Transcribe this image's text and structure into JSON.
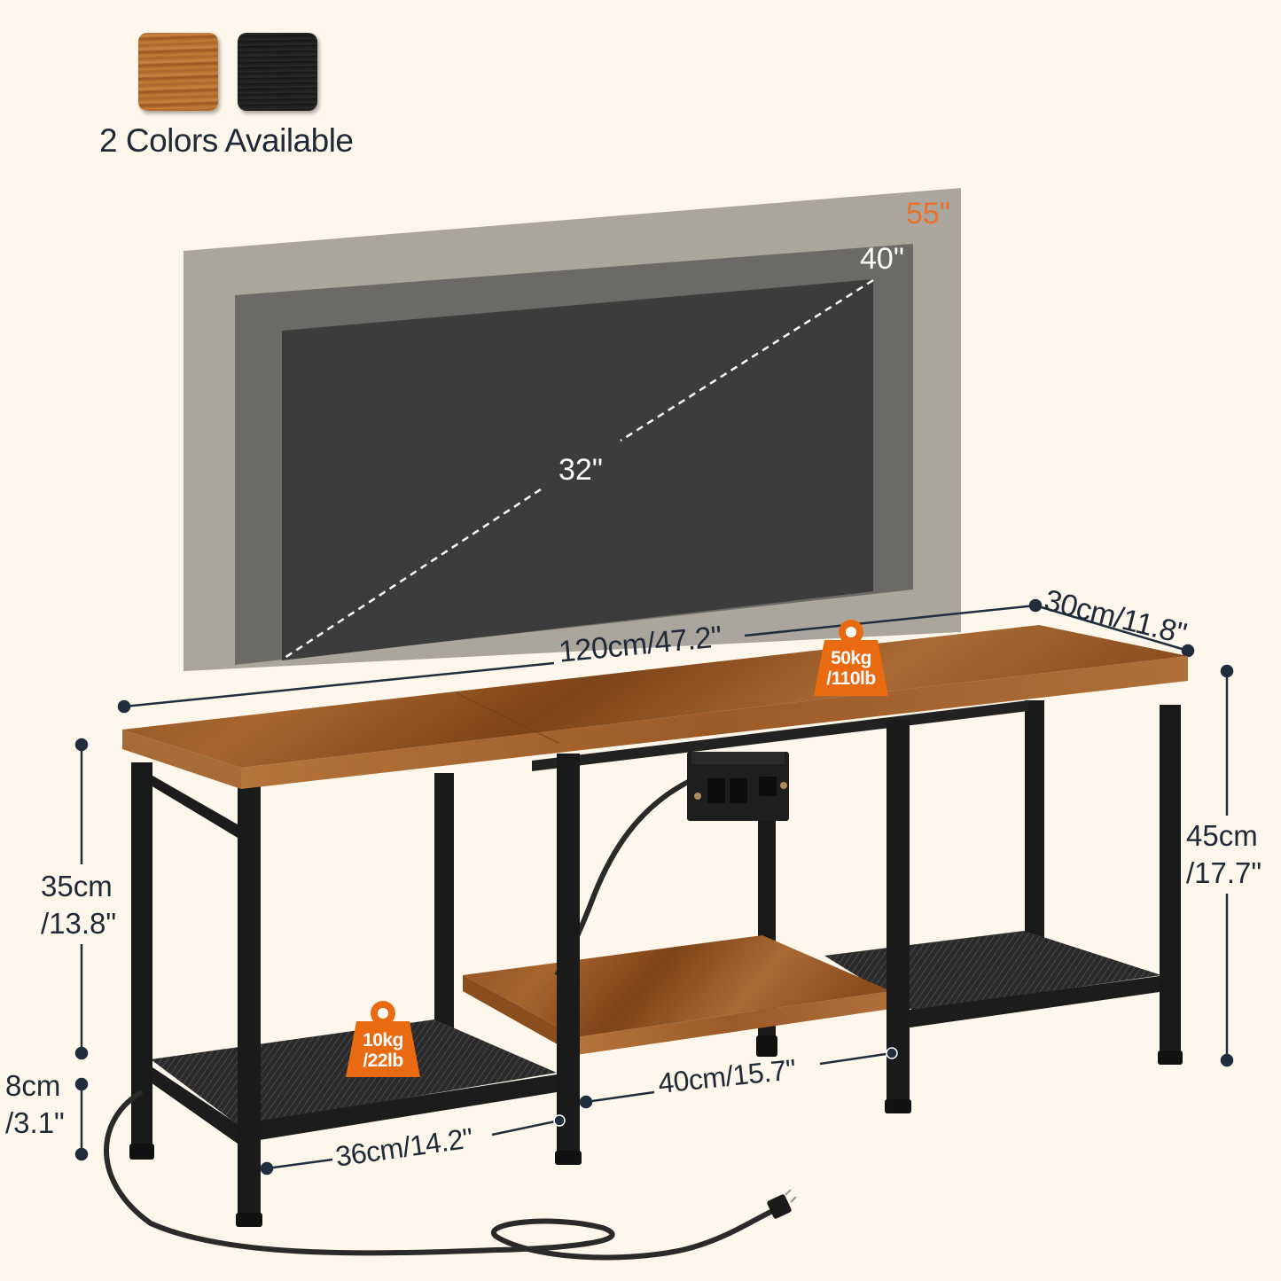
{
  "colors": {
    "label": "2 Colors Available",
    "options": [
      {
        "name": "Rustic Brown",
        "hex": "#b06a2c"
      },
      {
        "name": "Black",
        "hex": "#1c1c1c"
      }
    ]
  },
  "tv_sizes": {
    "large": {
      "label": "55\"",
      "color": "#e8722a",
      "fill": "#aba69d"
    },
    "medium": {
      "label": "40\"",
      "color": "#ffffff",
      "fill": "#6b6a66"
    },
    "small": {
      "label": "32\"",
      "color": "#ffffff",
      "fill": "#3c3c3c"
    }
  },
  "dimensions": {
    "width": "120cm/47.2\"",
    "depth": "30cm/11.8\"",
    "total_height": {
      "cm": "45cm",
      "in": "/17.7\""
    },
    "top_clearance": {
      "cm": "35cm",
      "in": "/13.8\""
    },
    "bottom_clearance": {
      "cm": "8cm",
      "in": "/3.1\""
    },
    "side_compartment_width": "36cm/14.2\"",
    "center_compartment_width": "40cm/15.7\""
  },
  "load_capacity": {
    "top": {
      "kg": "50kg",
      "lb": "/110lb"
    },
    "shelf": {
      "kg": "10kg",
      "lb": "/22lb"
    },
    "badge_color": "#ea6a12"
  },
  "accent": {
    "wood": "#9b5a26",
    "metal": "#1e1e1e",
    "dimension_line": "#1f2d3d",
    "background": "#fdf6ea"
  }
}
